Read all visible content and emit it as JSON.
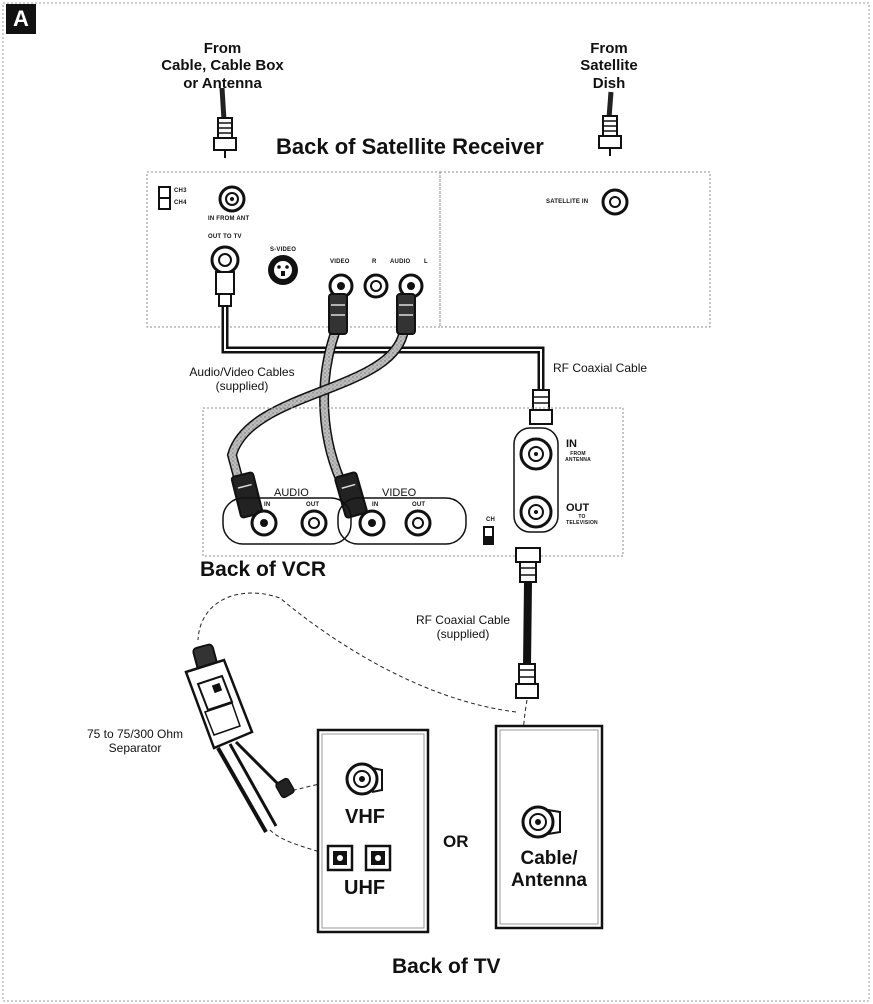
{
  "badge": "A",
  "sources": {
    "cable": [
      "From",
      "Cable, Cable Box",
      "or Antenna"
    ],
    "satellite": [
      "From",
      "Satellite",
      "Dish"
    ]
  },
  "satellite_receiver": {
    "title": "Back of Satellite Receiver",
    "switch_labels": [
      "CH3",
      "CH4"
    ],
    "in_from_ant": "IN FROM ANT",
    "out_to_tv": "OUT TO TV",
    "s_video": "S-VIDEO",
    "video": "VIDEO",
    "r": "R",
    "audio": "AUDIO",
    "l": "L",
    "satellite_in": "SATELLITE IN"
  },
  "cables": {
    "av": [
      "Audio/Video Cables",
      "(supplied)"
    ],
    "rf_top": "RF Coaxial Cable",
    "rf_supplied": [
      "RF Coaxial Cable",
      "(supplied)"
    ]
  },
  "vcr": {
    "title": "Back of VCR",
    "audio": "AUDIO",
    "video": "VIDEO",
    "in": "IN",
    "out": "OUT",
    "ch": "CH",
    "rf_in": "IN",
    "rf_in_sub": [
      "FROM",
      "ANTENNA"
    ],
    "rf_out": "OUT",
    "rf_out_sub": [
      "TO",
      "TELEVISION"
    ]
  },
  "separator": [
    "75 to 75/300 Ohm",
    "Separator"
  ],
  "tv": {
    "title": "Back of TV",
    "vhf": "VHF",
    "uhf": "UHF",
    "or": "OR",
    "cable_antenna": [
      "Cable/",
      "Antenna"
    ]
  }
}
